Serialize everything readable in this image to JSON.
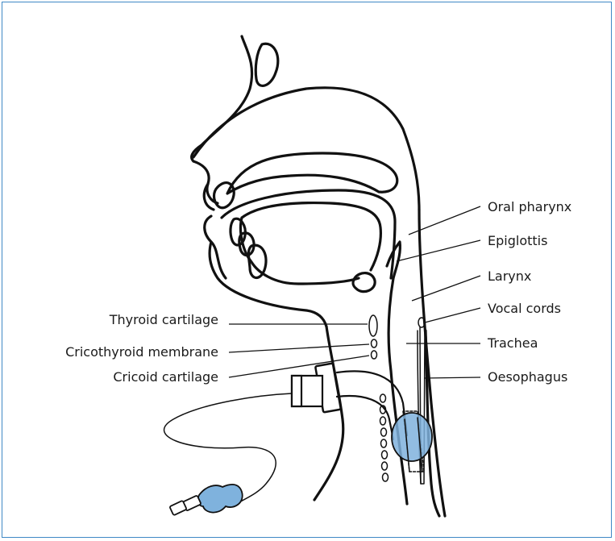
{
  "labels": {
    "oral_pharynx": "Oral pharynx",
    "epiglottis": "Epiglottis",
    "larynx": "Larynx",
    "vocal_cords": "Vocal cords",
    "trachea": "Trachea",
    "oesophagus": "Oesophagus",
    "thyroid_cartilage": "Thyroid cartilage",
    "cricothyroid_membrane": "Cricothyroid membrane",
    "cricoid_cartilage": "Cricoid cartilage"
  },
  "colors": {
    "frame_border": "#3f88c5",
    "cuff_fill": "#7fb2dd",
    "line": "#111111"
  }
}
